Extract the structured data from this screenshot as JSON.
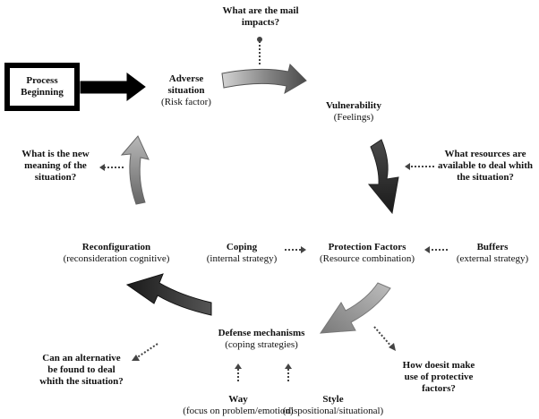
{
  "process_start": {
    "line1": "Process",
    "line2": "Beginning"
  },
  "nodes": {
    "adverse": {
      "title_line1": "Adverse",
      "title_line2": "situation",
      "sub": "(Risk factor)"
    },
    "vulnerability": {
      "title": "Vulnerability",
      "sub": "(Feelings)"
    },
    "protection": {
      "title": "Protection Factors",
      "sub": "(Resource combination)"
    },
    "coping": {
      "title": "Coping",
      "sub": "(internal strategy)"
    },
    "buffers": {
      "title": "Buffers",
      "sub": "(external strategy)"
    },
    "defense": {
      "title": "Defense mechanisms",
      "sub": "(coping strategies)"
    },
    "reconfiguration": {
      "title": "Reconfiguration",
      "sub": "(reconsideration cognitive)"
    },
    "way": {
      "title": "Way",
      "sub": "(focus on problem/emotion)"
    },
    "style": {
      "title": "Style",
      "sub": "(dispositional/situational)"
    }
  },
  "questions": {
    "mail_impacts": [
      "What are the mail",
      "impacts?"
    ],
    "resources": [
      "What resources are",
      "available to deal whith",
      "the situation?"
    ],
    "protective_use": [
      "How doesit make",
      "use of protective",
      "factors?"
    ],
    "alternative": [
      "Can an alternative",
      "be found to deal",
      "whith the situation?"
    ],
    "new_meaning": [
      "What is the new",
      "meaning of the",
      "situation?"
    ]
  },
  "arrows": {
    "process_to_adverse": "black-block-arrow",
    "cycle": [
      "gradient-curved-arrow-top",
      "gradient-curved-arrow-right",
      "gradient-curved-arrow-bottom-right",
      "gradient-curved-arrow-bottom-left",
      "gradient-curved-arrow-left"
    ]
  },
  "colors": {
    "arrow_dark": "#1a1a1a",
    "arrow_mid": "#7a7a7a",
    "arrow_light": "#d2d2d2",
    "text": "#111111"
  }
}
